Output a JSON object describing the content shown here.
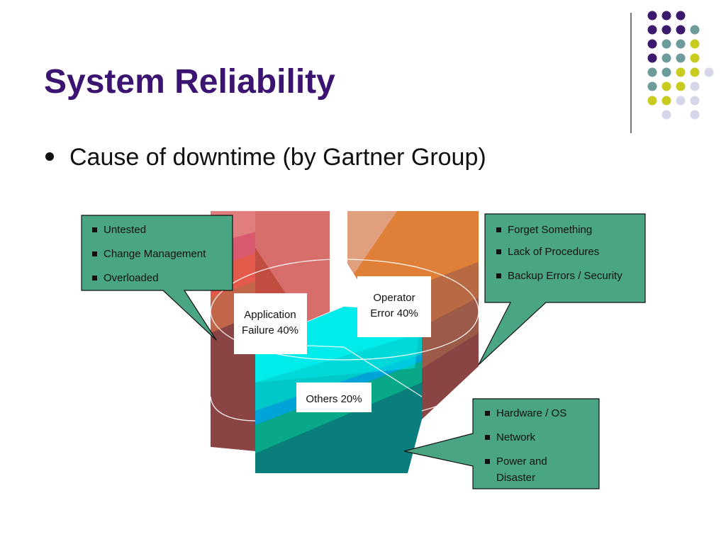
{
  "slide": {
    "title": "System Reliability",
    "bullet": "Cause of downtime (by Gartner Group)"
  },
  "decor": {
    "dot_colors": [
      "#3b1a6e",
      "#6e9c9a",
      "#c8cc1e",
      "#d6d6ea"
    ]
  },
  "chart_data": {
    "type": "pie",
    "style": "3d-exploded-cylinder",
    "slices": [
      {
        "label_lines": [
          "Application",
          "Failure 40%"
        ],
        "value": 40,
        "color": "#8b4444",
        "callout": [
          "Untested",
          "Change Management",
          "Overloaded"
        ]
      },
      {
        "label_lines": [
          "Operator",
          "Error 40%"
        ],
        "value": 40,
        "color": "#8b4444",
        "callout": [
          "Forget  Something",
          "Lack of Procedures",
          "Backup Errors / Security"
        ]
      },
      {
        "label_lines": [
          "Others 20%"
        ],
        "value": 20,
        "color": "#0a7e7c",
        "callout": [
          "Hardware / OS",
          "Network",
          "Power and|Disaster"
        ]
      }
    ],
    "callout_color": "#4aa583"
  }
}
